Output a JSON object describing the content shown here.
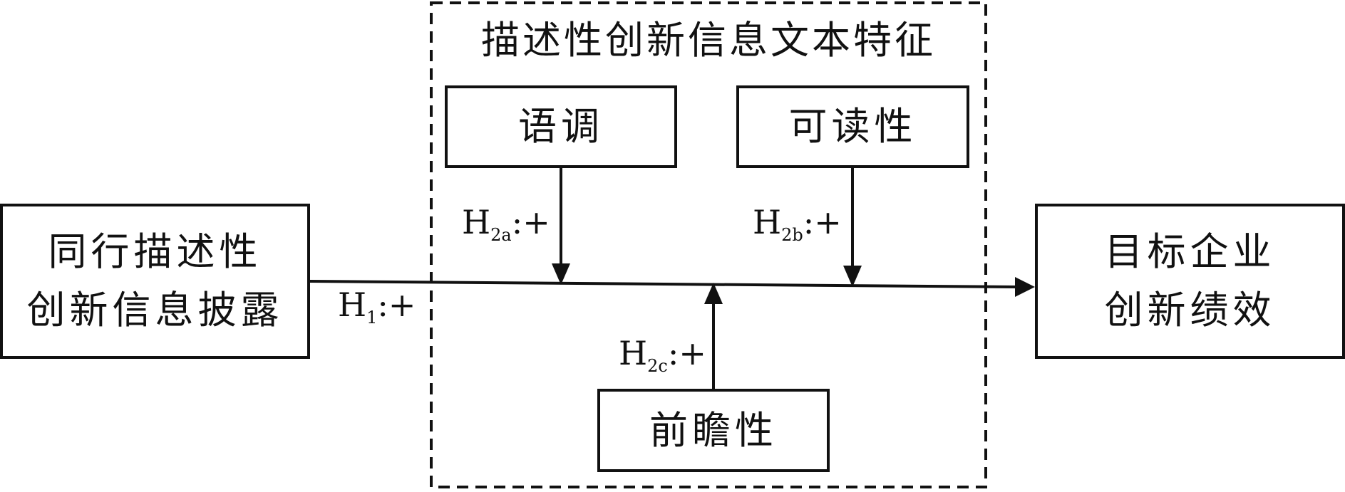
{
  "group_title": "描述性创新信息文本特征",
  "boxes": {
    "tone": "语调",
    "readability": "可读性",
    "forward_looking": "前瞻性",
    "peer_disclosure": "同行描述性\n创新信息披露",
    "target_performance": "目标企业\n创新绩效"
  },
  "hypotheses": {
    "h1": {
      "base": "H",
      "sub": "1",
      "sign": ":+"
    },
    "h2a": {
      "base": "H",
      "sub": "2a",
      "sign": ":+"
    },
    "h2b": {
      "base": "H",
      "sub": "2b",
      "sign": ":+"
    },
    "h2c": {
      "base": "H",
      "sub": "2c",
      "sign": ":+"
    }
  }
}
